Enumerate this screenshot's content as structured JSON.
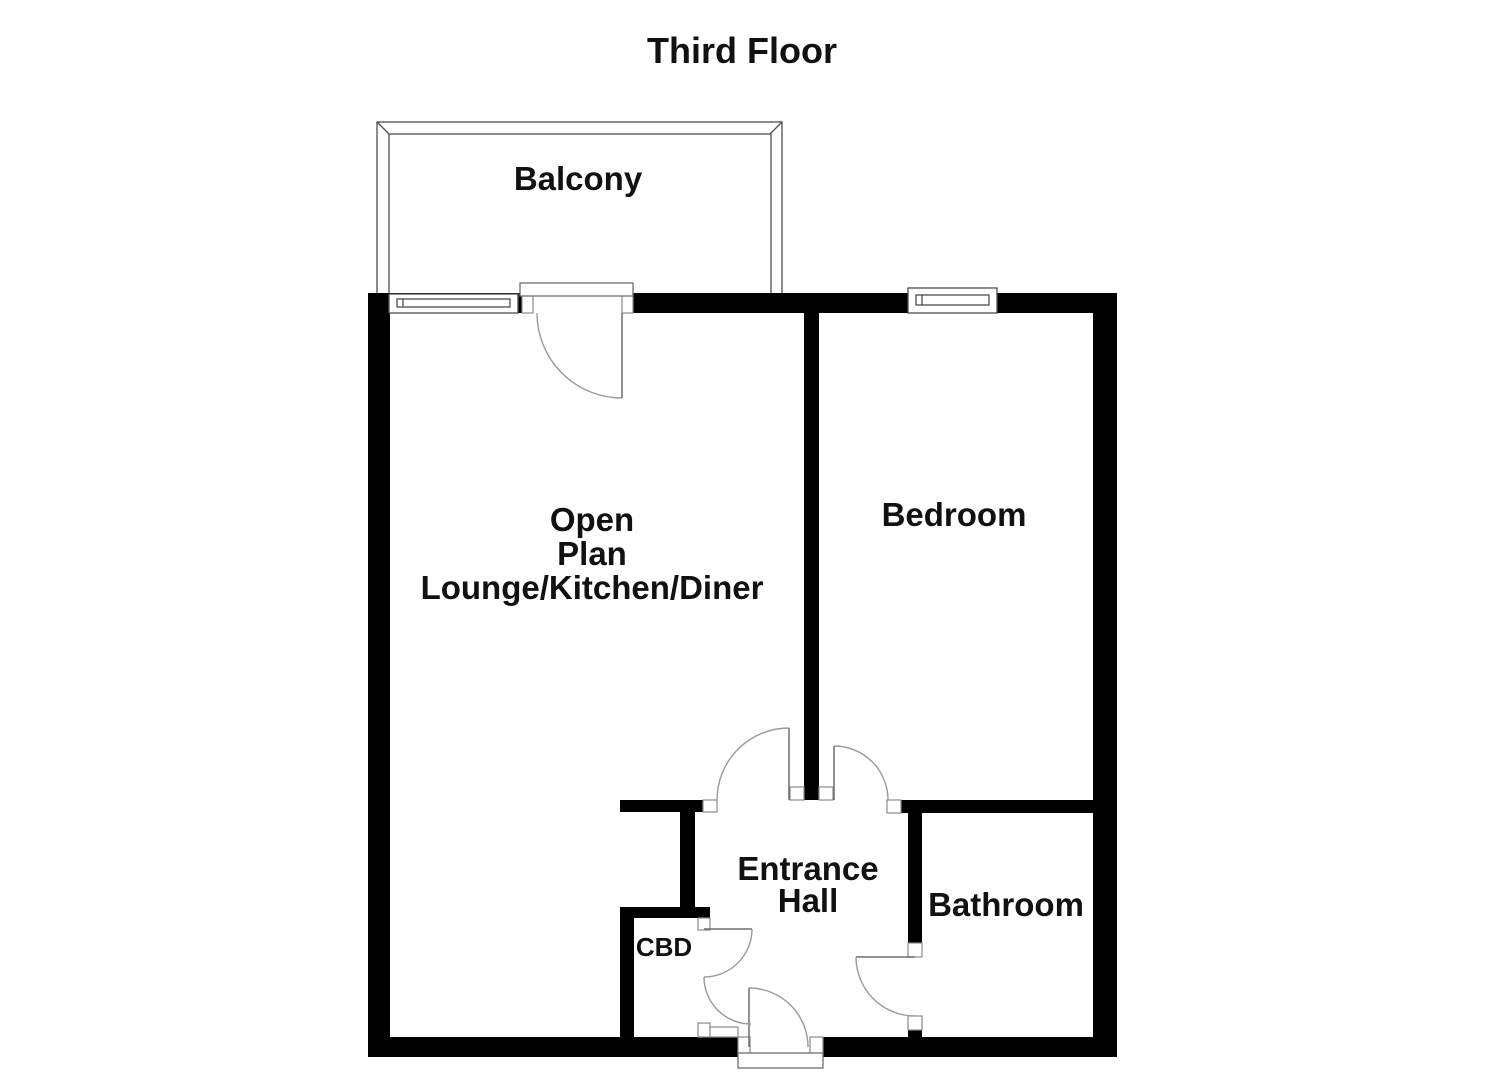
{
  "title": "Third Floor",
  "floorplan": {
    "rooms": {
      "balcony": "Balcony",
      "open_plan_line1": "Open",
      "open_plan_line2": "Plan",
      "open_plan_line3": "Lounge/Kitchen/Diner",
      "bedroom": "Bedroom",
      "entrance_hall_line1": "Entrance",
      "entrance_hall_line2": "Hall",
      "bathroom": "Bathroom",
      "cupboard": "CBD"
    },
    "colors": {
      "wall": "#000000",
      "thin_line": "#4d4d4d",
      "door_arc": "#9a9a9a",
      "background": "#ffffff",
      "text": "#111111"
    }
  }
}
